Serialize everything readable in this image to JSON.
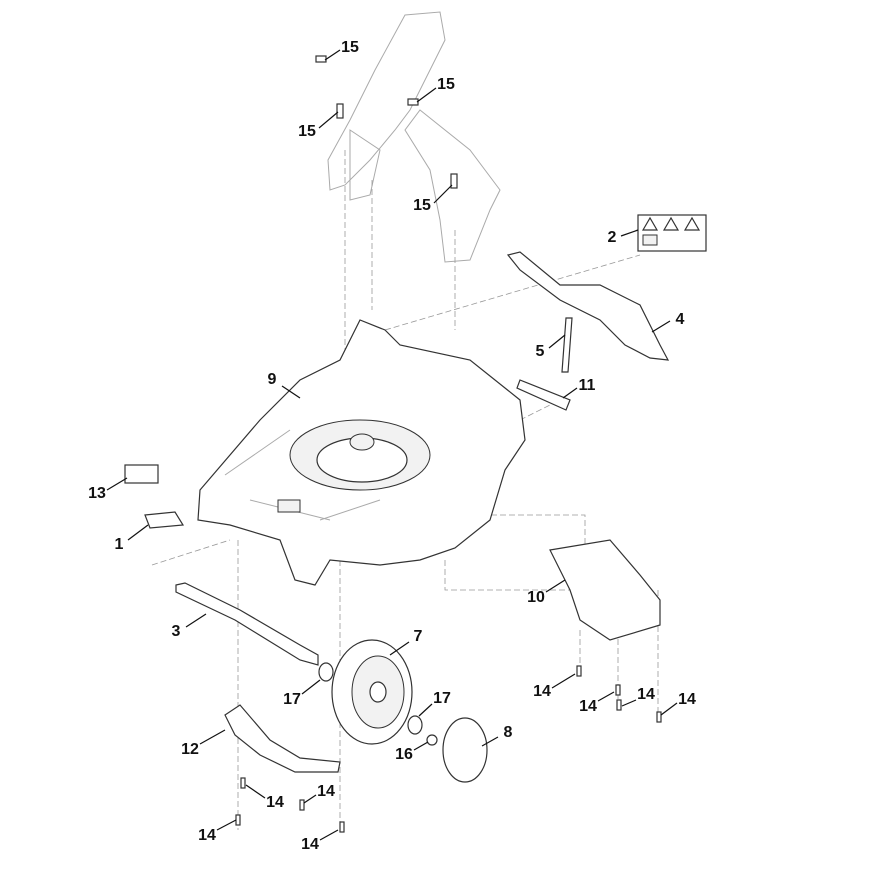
{
  "diagram": {
    "type": "exploded-parts-view",
    "callouts": [
      {
        "id": "15a",
        "label": "15"
      },
      {
        "id": "15b",
        "label": "15"
      },
      {
        "id": "15c",
        "label": "15"
      },
      {
        "id": "15d",
        "label": "15"
      },
      {
        "id": "2",
        "label": "2"
      },
      {
        "id": "4",
        "label": "4"
      },
      {
        "id": "5",
        "label": "5"
      },
      {
        "id": "11",
        "label": "11"
      },
      {
        "id": "9",
        "label": "9"
      },
      {
        "id": "13",
        "label": "13"
      },
      {
        "id": "1",
        "label": "1"
      },
      {
        "id": "10",
        "label": "10"
      },
      {
        "id": "3",
        "label": "3"
      },
      {
        "id": "7",
        "label": "7"
      },
      {
        "id": "17a",
        "label": "17"
      },
      {
        "id": "17b",
        "label": "17"
      },
      {
        "id": "8",
        "label": "8"
      },
      {
        "id": "12",
        "label": "12"
      },
      {
        "id": "16",
        "label": "16"
      },
      {
        "id": "14a",
        "label": "14"
      },
      {
        "id": "14b",
        "label": "14"
      },
      {
        "id": "14c",
        "label": "14"
      },
      {
        "id": "14d",
        "label": "14"
      },
      {
        "id": "14e",
        "label": "14"
      },
      {
        "id": "14f",
        "label": "14"
      },
      {
        "id": "14g",
        "label": "14"
      },
      {
        "id": "14h",
        "label": "14"
      }
    ]
  }
}
